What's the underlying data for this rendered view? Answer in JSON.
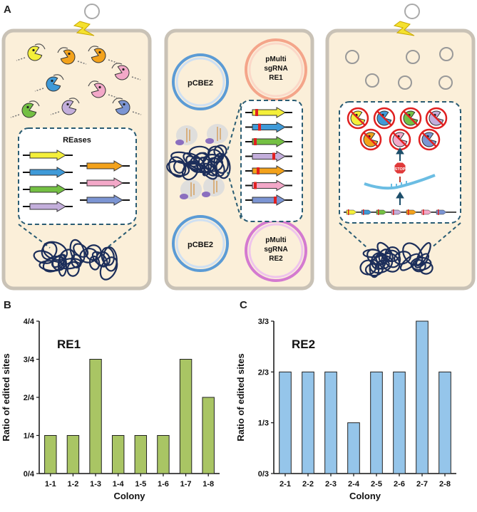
{
  "panel_labels": {
    "a": "A",
    "b": "B",
    "c": "C"
  },
  "panel_a": {
    "cell1": {
      "box_title": "REases"
    },
    "cell2": {
      "plasmid_top_left": "pCBE2",
      "plasmid_bottom_left": "pCBE2",
      "plasmid_top_right": [
        "pMulti",
        "sgRNA",
        "RE1"
      ],
      "plasmid_bottom_right": [
        "pMulti",
        "sgRNA",
        "RE2"
      ]
    },
    "cell3": {
      "stop_sign": "STOP"
    },
    "colors": {
      "cell_fill": "#fbefd9",
      "cell_border": "#c9c2b6",
      "dna": "#1c2e5a",
      "yellow": "#f4ef3a",
      "blue": "#3f9ad8",
      "green": "#74c043",
      "lavender": "#c3aedb",
      "orange": "#f3a21b",
      "pink": "#f3a8c8",
      "periwinkle": "#7c95d3",
      "box_border": "#2a5c73",
      "plasmid_blue": "#5b9bd5",
      "plasmid_orange": "#f4a58a",
      "plasmid_pink": "#d47ad0"
    }
  },
  "chart_data": [
    {
      "type": "bar",
      "title": "RE1",
      "xlabel": "Colony",
      "ylabel": "Ratio of edited sites",
      "categories": [
        "1-1",
        "1-2",
        "1-3",
        "1-4",
        "1-5",
        "1-6",
        "1-7",
        "1-8"
      ],
      "values": [
        1,
        1,
        3,
        1,
        1,
        1,
        3,
        2
      ],
      "ylim": [
        0,
        4
      ],
      "yticks": [
        "0/4",
        "1/4",
        "2/4",
        "3/4",
        "4/4"
      ],
      "color": "#a9c564"
    },
    {
      "type": "bar",
      "title": "RE2",
      "xlabel": "Colony",
      "ylabel": "Ratio of edited sites",
      "categories": [
        "2-1",
        "2-2",
        "2-3",
        "2-4",
        "2-5",
        "2-6",
        "2-7",
        "2-8"
      ],
      "values": [
        2,
        2,
        2,
        1,
        2,
        2,
        3,
        2
      ],
      "ylim": [
        0,
        3
      ],
      "yticks": [
        "0/3",
        "1/3",
        "2/3",
        "3/3"
      ],
      "color": "#95c5ea"
    }
  ]
}
